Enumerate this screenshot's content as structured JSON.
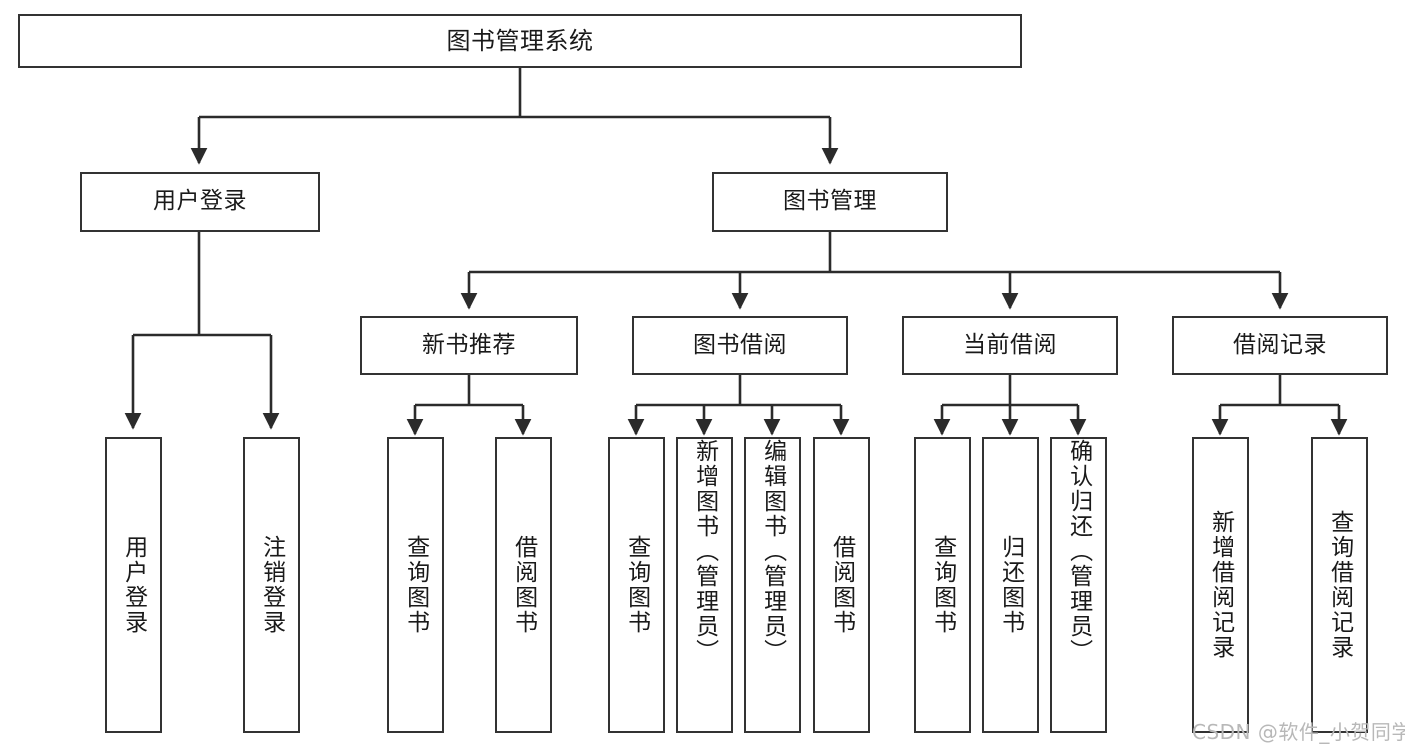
{
  "diagram": {
    "type": "tree-hierarchy",
    "title": "图书管理系统",
    "colors": {
      "box_border": "#333333",
      "box_fill": "#ffffff",
      "edge": "#2b2b2b",
      "text": "#1a1a1a",
      "watermark": "#b8b8b8"
    },
    "nodes": {
      "root": {
        "label": "图书管理系统"
      },
      "level2": [
        {
          "id": "user-login",
          "label": "用户登录"
        },
        {
          "id": "book-manage",
          "label": "图书管理"
        }
      ],
      "level3": [
        {
          "id": "new-book-rec",
          "label": "新书推荐"
        },
        {
          "id": "book-borrow",
          "label": "图书借阅"
        },
        {
          "id": "current-borrow",
          "label": "当前借阅"
        },
        {
          "id": "borrow-record",
          "label": "借阅记录"
        }
      ],
      "leaves": {
        "user-login": [
          {
            "id": "leaf-user-login",
            "label": "用户登录"
          },
          {
            "id": "leaf-logout",
            "label": "注销登录"
          }
        ],
        "new-book-rec": [
          {
            "id": "leaf-query-book-1",
            "label": "查询图书"
          },
          {
            "id": "leaf-borrow-book-1",
            "label": "借阅图书"
          }
        ],
        "book-borrow": [
          {
            "id": "leaf-query-book-2",
            "label": "查询图书"
          },
          {
            "id": "leaf-add-book",
            "label": "新增图书（管理员）"
          },
          {
            "id": "leaf-edit-book",
            "label": "编辑图书（管理员）"
          },
          {
            "id": "leaf-borrow-book-2",
            "label": "借阅图书"
          }
        ],
        "current-borrow": [
          {
            "id": "leaf-query-book-3",
            "label": "查询图书"
          },
          {
            "id": "leaf-return-book",
            "label": "归还图书"
          },
          {
            "id": "leaf-confirm-return",
            "label": "确认归还（管理员）"
          }
        ],
        "borrow-record": [
          {
            "id": "leaf-add-record",
            "label": "新增借阅记录"
          },
          {
            "id": "leaf-query-record",
            "label": "查询借阅记录"
          }
        ]
      }
    },
    "watermark": "CSDN @软件_小贺同学"
  }
}
